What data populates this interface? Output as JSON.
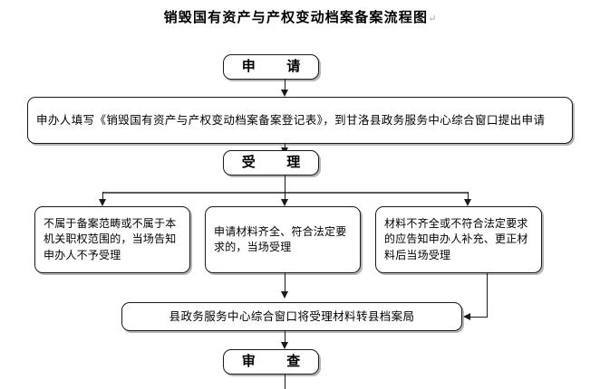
{
  "page": {
    "title": "销毁国有资产与产权变动档案备案流程图",
    "title_mark": "↵",
    "background_color": "#ffffff",
    "line_color": "#1a1a1a",
    "connector_bus_color": "#555a5f",
    "shadow_color": "#787878"
  },
  "nodes": {
    "apply": {
      "id": "apply",
      "label": "申  请",
      "mark": "↵",
      "shape": "rounded-rect",
      "role": "stage"
    },
    "apply_detail": {
      "id": "apply-detail",
      "label": "申办人填写《销毁国有资产与产权变动档案备案登记表》，到甘洛县政务服务中心综合窗口提出申请",
      "mark": "↵",
      "shape": "rounded-rect",
      "role": "process"
    },
    "accept": {
      "id": "accept",
      "label": "受  理",
      "mark": "↵",
      "shape": "rounded-rect",
      "role": "stage"
    },
    "branch_left": {
      "id": "branch-not-in-scope",
      "label": "不属于备案范畴或不属于本机关职权范围的，当场告知申办人不予受理",
      "mark": "↵",
      "shape": "rounded-rect",
      "role": "branch"
    },
    "branch_middle": {
      "id": "branch-complete",
      "label": "申请材料齐全、符合法定要求的，当场受理",
      "mark": "↵",
      "shape": "rounded-rect",
      "role": "branch"
    },
    "branch_right": {
      "id": "branch-incomplete",
      "label": "材料不齐全或不符合法定要求的应告知申办人补充、更正材料后当场受理",
      "mark": "↵",
      "shape": "rounded-rect",
      "role": "branch"
    },
    "transfer": {
      "id": "transfer",
      "label": "县政务服务中心综合窗口将受理材料转县档案局",
      "mark": "↵",
      "shape": "rounded-rect",
      "role": "process"
    },
    "review": {
      "id": "review",
      "label": "审  查",
      "mark": "↵",
      "shape": "rounded-rect",
      "role": "stage"
    }
  },
  "connectors": [
    {
      "id": "apply-to-detail",
      "from": "apply",
      "to": "apply_detail",
      "type": "arrow-down"
    },
    {
      "id": "detail-to-accept",
      "from": "apply_detail",
      "to": "accept",
      "type": "arrow-down"
    },
    {
      "id": "accept-to-bus",
      "from": "accept",
      "to": "branch-bus",
      "type": "line-down"
    },
    {
      "id": "bus-to-branch-left",
      "from": "branch-bus",
      "to": "branch_left",
      "type": "arrow-down"
    },
    {
      "id": "bus-to-branch-middle",
      "from": "branch-bus",
      "to": "branch_middle",
      "type": "arrow-down"
    },
    {
      "id": "bus-to-branch-right",
      "from": "branch-bus",
      "to": "branch_right",
      "type": "arrow-down"
    },
    {
      "id": "branch-middle-to-transfer",
      "from": "branch_middle",
      "to": "transfer",
      "type": "arrow-down"
    },
    {
      "id": "branch-right-to-transfer",
      "from": "branch_right",
      "to": "transfer",
      "type": "elbow-arrow-left"
    },
    {
      "id": "transfer-to-review",
      "from": "transfer",
      "to": "review",
      "type": "arrow-down"
    },
    {
      "id": "review-onward",
      "from": "review",
      "to": "offscreen",
      "type": "line-down"
    }
  ]
}
